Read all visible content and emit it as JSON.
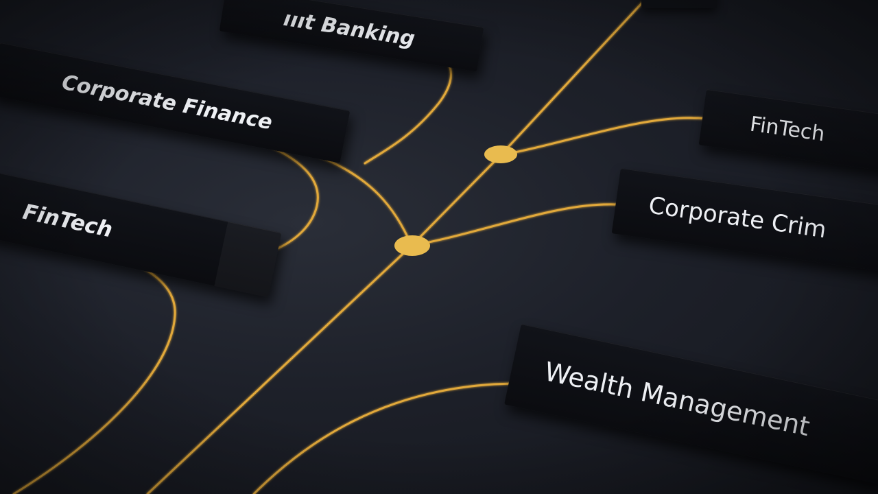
{
  "scene": {
    "description_free": true,
    "background_color": "#1c1f27",
    "line_color": "#e2a93b",
    "node_color": "#e9bb4f",
    "card_color": "#0e1015"
  },
  "labels": {
    "banking": "ıııt Banking",
    "corporate_finance": "Corporate Finance",
    "fintech_left": "FinTech",
    "fintech_right": "FinTech",
    "corporate_crim": "Corporate Crim",
    "wealth_management": "Wealth Management"
  }
}
